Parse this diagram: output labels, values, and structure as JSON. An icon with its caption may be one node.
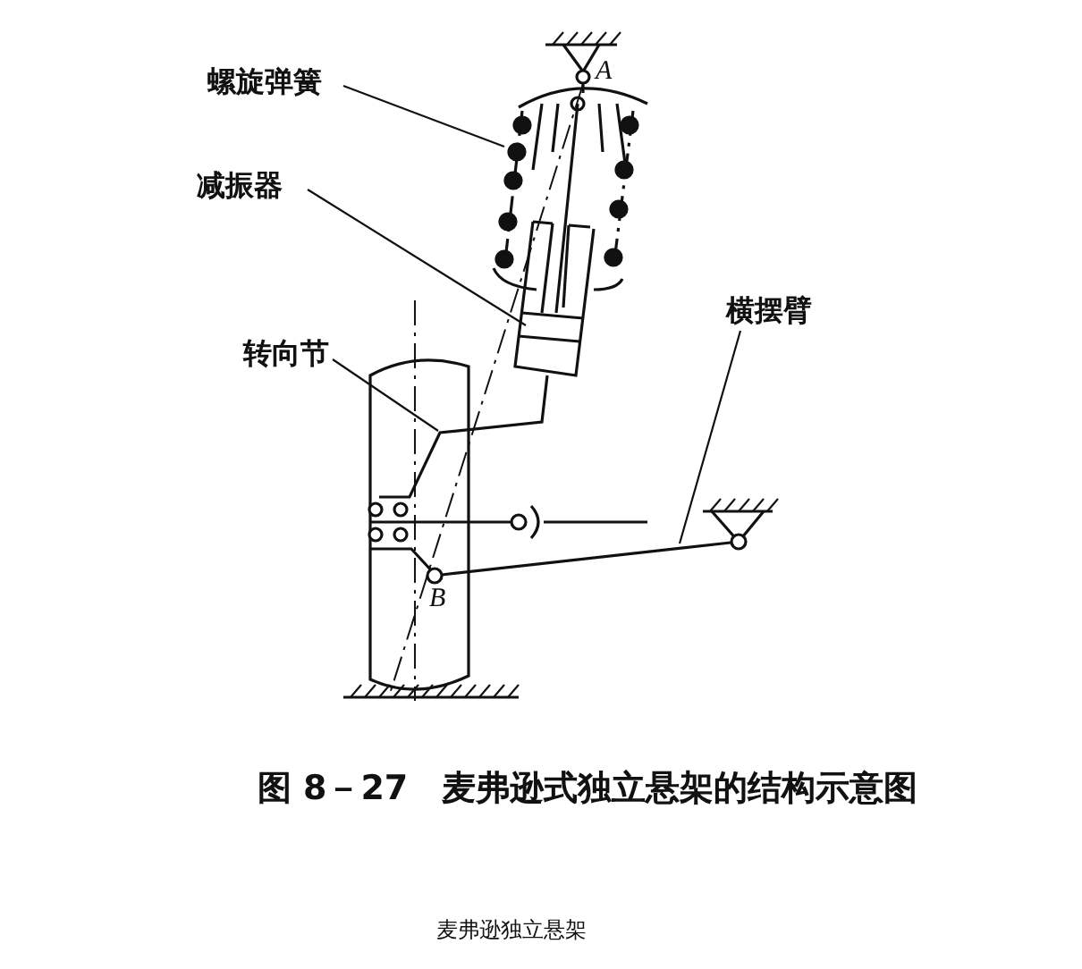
{
  "diagram": {
    "caption": "图 8－27　麦弗逊式独立悬架的结构示意图",
    "nodes": [
      {
        "text": [
          "螺旋弹簧"
        ]
      },
      {
        "text": [
          "减振器"
        ]
      },
      {
        "text": [
          "转向节"
        ]
      },
      {
        "text": [
          "横摆臂"
        ]
      },
      {
        "text": [],
        "shape": "picture"
      },
      {
        "text": [],
        "shape": "picture"
      },
      {
        "text": [],
        "shape": "picture"
      },
      {
        "text": [],
        "shape": "picture"
      }
    ],
    "edges": [
      {
        "from": 0,
        "to": 4,
        "arrow": "none"
      },
      {
        "from": 1,
        "to": 5,
        "arrow": "none"
      },
      {
        "from": 2,
        "to": 6,
        "arrow": "none"
      },
      {
        "from": 3,
        "to": 7,
        "arrow": "none"
      }
    ],
    "labels": [
      "A",
      "B",
      "麦弗逊独立悬架"
    ]
  }
}
